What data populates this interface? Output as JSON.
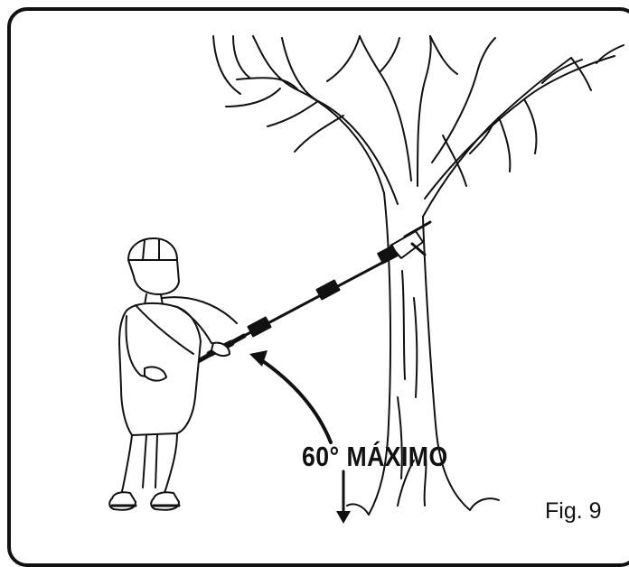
{
  "figure": {
    "angle_label": "60° MÁXIMO",
    "caption": "Fig. 9",
    "max_angle_degrees": 60,
    "line_color": "#111111",
    "background_color": "#ffffff"
  }
}
